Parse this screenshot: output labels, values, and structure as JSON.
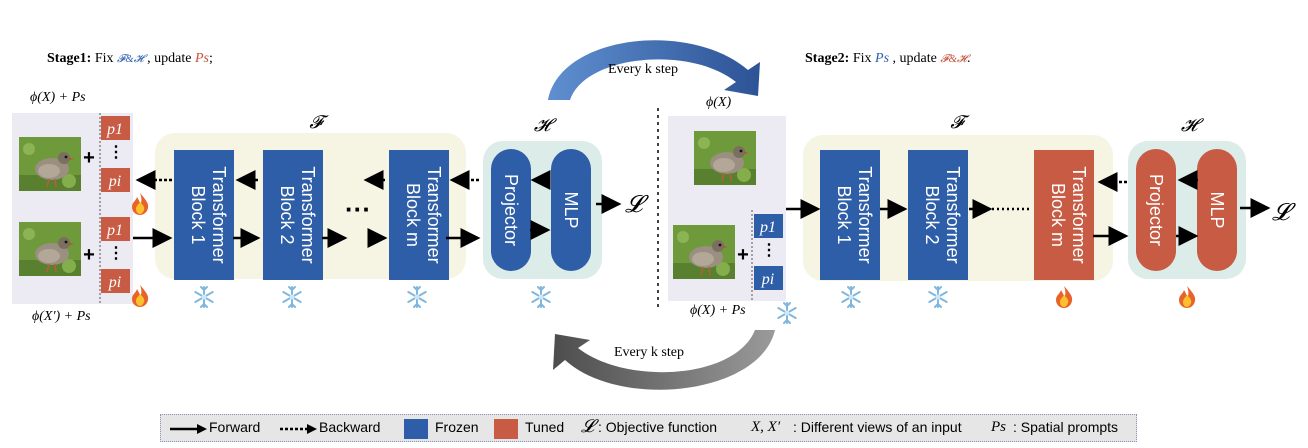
{
  "stage1": {
    "label": "Stage1:",
    "fix_word": "Fix",
    "fixed": "𝓕&𝓗",
    "update_word": ", update",
    "updated": "Ps",
    "tail": ";"
  },
  "stage2": {
    "label": "Stage2:",
    "fix_word": "Fix",
    "fixed": "Ps",
    "update_word": ", update",
    "updated": "𝓕&𝓗",
    "tail": "."
  },
  "cycle_labels": {
    "top": "Every k step",
    "bottom": "Every k step"
  },
  "left_panel": {
    "top_expr": "ϕ(X) + Ps",
    "bottom_expr": "ϕ(X′) + Ps",
    "prompt_tokens": [
      "p1",
      "⋮",
      "pi"
    ],
    "plus": "+"
  },
  "right_panel": {
    "top_expr": "ϕ(X)",
    "bottom_expr": "ϕ(X) + Ps",
    "prompt_tokens": [
      "p1",
      "⋮",
      "pi"
    ],
    "plus": "+"
  },
  "encoder_label": "𝓕",
  "head_label": "𝓗",
  "loss_symbol": "𝓛",
  "ellipsis": "···",
  "stage1_blocks": [
    {
      "line1": "Transformer",
      "line2": "Block 1",
      "state": "frozen"
    },
    {
      "line1": "Transformer",
      "line2": "Block 2",
      "state": "frozen"
    },
    {
      "line1": "Transformer",
      "line2": "Block m",
      "state": "frozen"
    }
  ],
  "stage1_head": [
    {
      "label": "Projector",
      "state": "frozen"
    },
    {
      "label": "MLP",
      "state": "frozen"
    }
  ],
  "stage2_blocks": [
    {
      "line1": "Transformer",
      "line2": "Block 1",
      "state": "frozen"
    },
    {
      "line1": "Transformer",
      "line2": "Block 2",
      "state": "frozen"
    },
    {
      "line1": "Transformer",
      "line2": "Block m",
      "state": "tuned"
    }
  ],
  "stage2_head": [
    {
      "label": "Projector",
      "state": "tuned"
    },
    {
      "label": "MLP",
      "state": "tuned"
    }
  ],
  "legend": {
    "forward": "Forward",
    "backward": "Backward",
    "frozen": "Frozen",
    "tuned": "Tuned",
    "loss_symbol": "𝓛",
    "loss_desc": ": Objective function",
    "views_symbol": "X, X′",
    "views_desc": ": Different views of an input",
    "prompts_symbol": "Ps",
    "prompts_desc": ": Spatial prompts"
  },
  "colors": {
    "frozen": "#2e5ea8",
    "tuned": "#c75b43",
    "encoder_bg": "#f6f4e3",
    "head_bg": "#dcece8",
    "input_bg": "#ecebf4",
    "arrow_top": "#3f6fb3",
    "arrow_bottom": "#6b6b6b"
  },
  "icons": {
    "frozen": "snowflake-icon",
    "tuned": "fire-icon"
  }
}
